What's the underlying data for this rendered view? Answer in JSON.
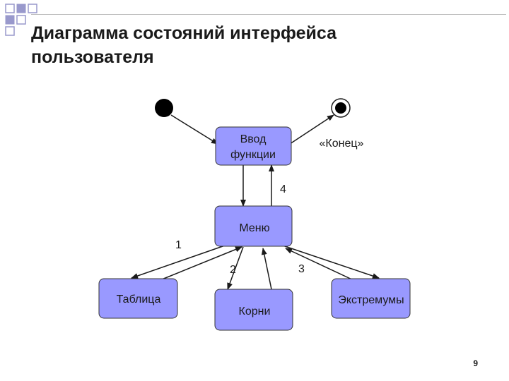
{
  "slide": {
    "title_line1": "Диаграмма состояний интерфейса",
    "title_line2": "пользователя",
    "page_number": "9"
  },
  "colors": {
    "node_fill": "#9999ff",
    "node_stroke": "#333333",
    "line": "#1a1a1a",
    "deco_square": "#9999cc"
  },
  "diagram": {
    "states": {
      "input": [
        "Ввод",
        "функции"
      ],
      "menu": "Меню",
      "table": "Таблица",
      "roots": "Корни",
      "extrema": "Экстремумы"
    },
    "pseudo_states": [
      "initial-state",
      "final-state"
    ],
    "labels": {
      "end": "«Конец»",
      "t4": "4",
      "t1": "1",
      "t2": "2",
      "t3": "3"
    }
  }
}
